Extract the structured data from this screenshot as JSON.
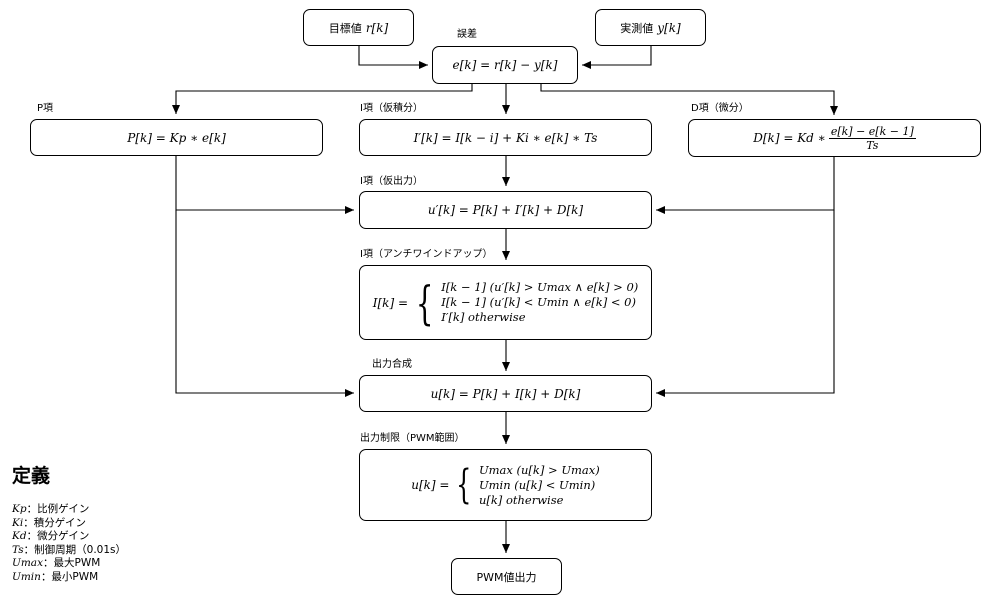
{
  "target": "目標値",
  "target_var": "r[k]",
  "measured": "実測値",
  "measured_var": "y[k]",
  "error_label": "誤差",
  "error_eq": "e[k] = r[k] − y[k]",
  "p_label": "P項",
  "p_eq": "P[k] = Kp ∗ e[k]",
  "i_label": "I項（仮積分）",
  "i_eq": "I′[k] = I[k − i] + Ki ∗ e[k] ∗ Ts",
  "d_label": "D項（微分）",
  "d_eq_lhs": "D[k] = Kd ∗",
  "d_eq_num": "e[k] − e[k − 1]",
  "d_eq_den": "Ts",
  "tmp_label": "I項（仮出力）",
  "tmp_eq": "u′[k] = P[k] + I′[k] + D[k]",
  "aw_label": "I項（アンチワインドアップ）",
  "aw_lhs": "I[k] =",
  "aw_cases": [
    "I[k − 1] (u′[k] > Umax ∧ e[k] > 0)",
    "I[k − 1] (u′[k] < Umin ∧ e[k] < 0)",
    "I′[k] otherwise"
  ],
  "sum_label": "出力合成",
  "sum_eq": "u[k] = P[k] + I[k] + D[k]",
  "lim_label": "出力制限（PWM範囲）",
  "lim_lhs": "u[k] =",
  "lim_cases": [
    "Umax (u[k] > Umax)",
    "Umin (u[k] < Umin)",
    "u[k] otherwise"
  ],
  "out": "PWM値出力",
  "defs_title": "定義",
  "defs": [
    {
      "sym": "Kp",
      "desc": "：比例ゲイン"
    },
    {
      "sym": "Ki",
      "desc": "：積分ゲイン"
    },
    {
      "sym": "Kd",
      "desc": "：微分ゲイン"
    },
    {
      "sym": "Ts",
      "desc": "：制御周期（0.01s）"
    },
    {
      "sym": "Umax",
      "desc": "：最大PWM"
    },
    {
      "sym": "Umin",
      "desc": "：最小PWM"
    }
  ]
}
